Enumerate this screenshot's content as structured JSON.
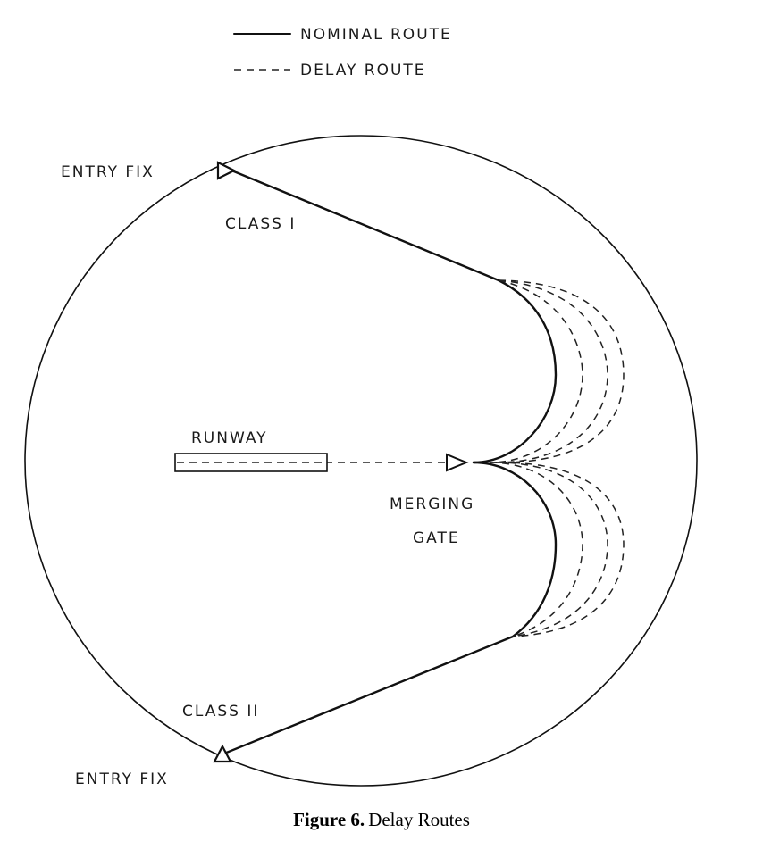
{
  "legend": {
    "nominal_label": "NOMINAL ROUTE",
    "delay_label": "DELAY ROUTE"
  },
  "labels": {
    "entry_fix_top": "ENTRY FIX",
    "entry_fix_bottom": "ENTRY FIX",
    "class_1": "CLASS I",
    "class_2": "CLASS II",
    "runway": "RUNWAY",
    "merging_line1": "MERGING",
    "merging_line2": "GATE"
  },
  "caption": {
    "number": "Figure 6.",
    "title": "Delay Routes"
  }
}
